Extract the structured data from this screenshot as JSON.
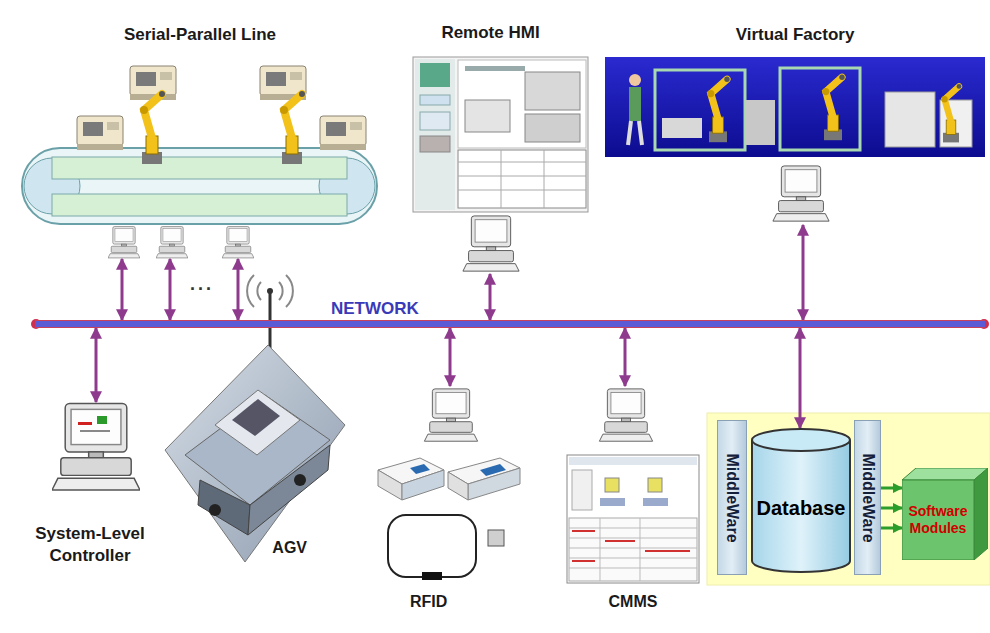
{
  "diagram": {
    "nodes": [
      {
        "text": [
          "Serial-Parallel Line"
        ]
      },
      {
        "text": [
          "Remote HMI"
        ]
      },
      {
        "text": [
          "Virtual Factory"
        ]
      },
      {
        "text": [
          "NETWORK"
        ]
      },
      {
        "text": [
          "System-Level Controller"
        ]
      },
      {
        "text": [
          "AGV"
        ]
      },
      {
        "text": [
          "RFID"
        ]
      },
      {
        "text": [
          "CMMS"
        ]
      },
      {
        "text": [
          "MiddleWare"
        ]
      },
      {
        "text": [
          "Database"
        ]
      },
      {
        "text": [
          "MiddleWare"
        ]
      },
      {
        "text": [
          "Software Modules"
        ]
      }
    ],
    "edges": [
      {
        "from": 0,
        "to": 3,
        "arrow": "both"
      },
      {
        "from": 0,
        "to": 3,
        "arrow": "both"
      },
      {
        "from": 0,
        "to": 3,
        "arrow": "both"
      },
      {
        "from": 1,
        "to": 3,
        "arrow": "both"
      },
      {
        "from": 2,
        "to": 3,
        "arrow": "both"
      },
      {
        "from": 3,
        "to": 4,
        "arrow": "both"
      },
      {
        "from": 3,
        "to": 6,
        "arrow": "both"
      },
      {
        "from": 3,
        "to": 7,
        "arrow": "both"
      },
      {
        "from": 3,
        "to": 9,
        "arrow": "both"
      },
      {
        "from": 10,
        "to": 11,
        "arrow": "to"
      },
      {
        "from": 10,
        "to": 11,
        "arrow": "to"
      },
      {
        "from": 10,
        "to": 11,
        "arrow": "to"
      }
    ],
    "labels": [
      "..."
    ]
  }
}
